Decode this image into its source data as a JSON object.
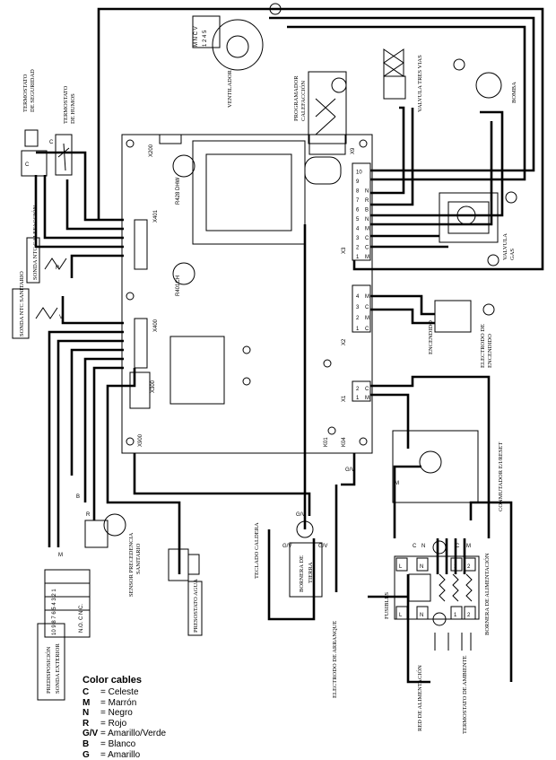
{
  "components": {
    "ventilador": "VENTILADOR",
    "termostato_seguridad": "TERMOSTATO DE SEGURIDAD",
    "termostato_humos": "TERMOSTATO DE HUMOS",
    "programador": "PROGRAMADOR CALEFACCIÓN",
    "valvula_tres_vias": "VALVULA TRES VIAS",
    "bomba": "BOMBA",
    "valvula_gas": "VALVULA GAS",
    "encendido": "ENCENDIDO",
    "electrodo_encendido": "ELECTRODO DE ENCENDIDO",
    "conmutador": "CONMUTADOR E/I/RESET",
    "sonda_ntc_calefaccion": "SONDA NTC CALEFACCIÓN",
    "sonda_ntc_sanitario": "SONDA NTC SANITARIO",
    "sensor_precedencia": "SENSOR PRECEDENCIA SANITARIO",
    "presostato": "PRESOSTATO AGUA",
    "teclado": "TECLADO CALDERA",
    "bornera_tierra": "BORNERA DE TIERRA",
    "electrodo_arranque": "ELECTRODO DE ARRANQUE",
    "fusibles": "FUSIBLES",
    "red_alimentacion": "RED DE ALIMENTACIÓN",
    "termostato_ambiente": "TERMOSTATO DE AMBIENTE",
    "bornera_alimentacion": "BORNERA DE ALIMENTACIÓN",
    "predisposicion": "PREDISPOSICIÓN SONDA EXTERIOR"
  },
  "board": {
    "x401": "X401",
    "x400": "X400",
    "x3": "X3",
    "x2": "X2",
    "x1": "X1",
    "x9": "X9",
    "x300": "X300",
    "x200": "X200",
    "x900": "X900",
    "r428": "R428 DHW",
    "r401": "R401CH",
    "k01": "K01",
    "k04": "K04"
  },
  "pins": {
    "ventilador_nums": "1 2 4 5",
    "ventilador_codes": "M N C V",
    "x3_nums": [
      "1",
      "2",
      "3",
      "4",
      "5",
      "6",
      "7",
      "8",
      "9",
      "10"
    ],
    "x3_codes": [
      "M",
      "C",
      "C",
      "M",
      "N",
      "B",
      "R",
      "N"
    ],
    "x2_nums": [
      "1",
      "2",
      "3",
      "4"
    ],
    "x2_codes": [
      "C",
      "M",
      "C",
      "M"
    ],
    "x1_nums": [
      "1",
      "2"
    ],
    "x1_codes": [
      "M",
      "C"
    ],
    "bornera_top": [
      "L",
      "N",
      "1",
      "2"
    ],
    "bornera_bottom": [
      "L",
      "N",
      "1",
      "2"
    ],
    "pred_nums": [
      "10",
      "9",
      "8",
      "7",
      "6",
      "5",
      "4",
      "3",
      "2",
      "1"
    ],
    "pred_nc": [
      "N.O.",
      "C",
      "N.C."
    ]
  },
  "wire_codes": {
    "C": "C",
    "M": "M",
    "N": "N",
    "R": "R",
    "V": "V",
    "GV": "G/V",
    "B": "B",
    "G": "G"
  },
  "legend": {
    "title": "Color cables",
    "items": [
      {
        "code": "C",
        "label": "= Celeste"
      },
      {
        "code": "M",
        "label": "= Marrón"
      },
      {
        "code": "N",
        "label": "= Negro"
      },
      {
        "code": "R",
        "label": "= Rojo"
      },
      {
        "code": "G/V",
        "label": "= Amarillo/Verde"
      },
      {
        "code": "B",
        "label": "= Blanco"
      },
      {
        "code": "G",
        "label": "= Amarillo"
      }
    ]
  }
}
